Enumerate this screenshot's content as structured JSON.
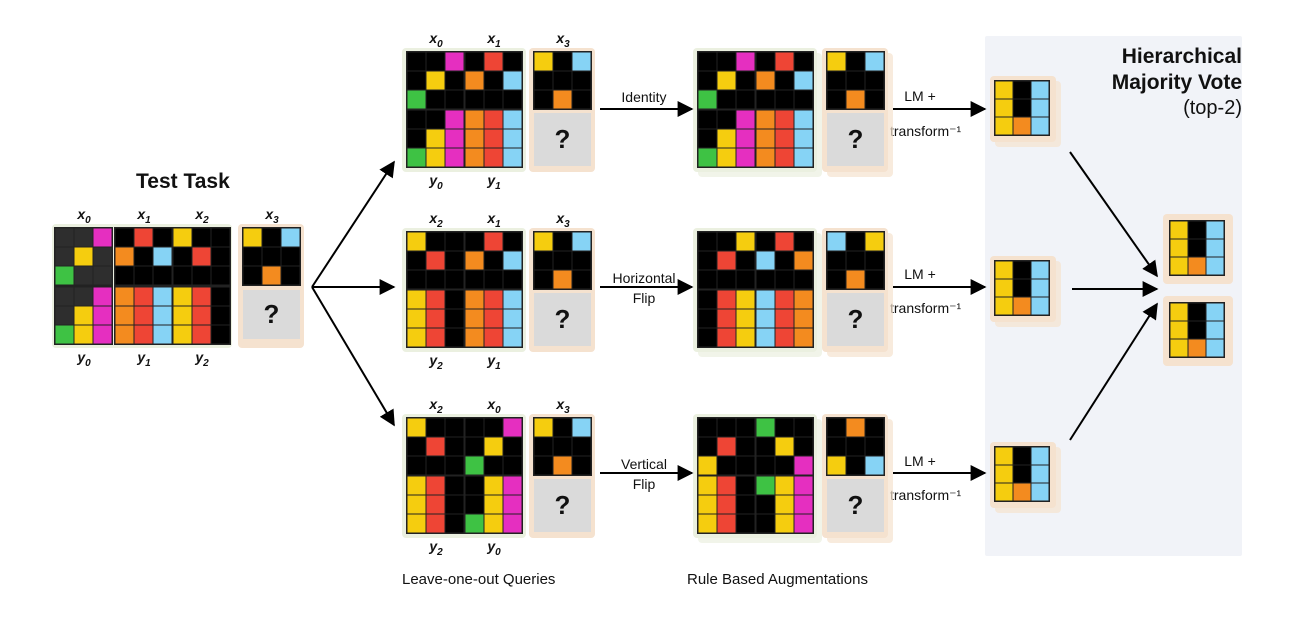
{
  "colors": {
    "K": "#000000",
    "D": "#2e2e2e",
    "Y": "#f5cd0f",
    "R": "#ee4535",
    "O": "#f38b1f",
    "B": "#86d3f5",
    "M": "#e52fc0",
    "G": "#3ec244",
    "panel_green": "#ebf0e0",
    "panel_orange": "#f5e2cf",
    "vote_bg": "#f1f3f8"
  },
  "titles": {
    "test_task": "Test Task",
    "vote_line1": "Hierarchical",
    "vote_line2": "Majority Vote",
    "vote_sub": "(top-2)"
  },
  "captions": {
    "leave_one_out": "Leave-one-out Queries",
    "augment": "Rule Based Augmentations"
  },
  "arrow_labels": {
    "identity": "Identity",
    "hflip_1": "Horizontal",
    "hflip_2": "Flip",
    "vflip_1": "Vertical",
    "vflip_2": "Flip",
    "lm_1": "LM +",
    "lm_2": "transform⁻¹"
  },
  "example_labels": {
    "x0": "x",
    "x1": "x",
    "x2": "x",
    "x3": "x",
    "y0": "y",
    "y1": "y",
    "y2": "y",
    "s0": "0",
    "s1": "1",
    "s2": "2",
    "s3": "3"
  },
  "question_mark": "?",
  "grids": {
    "tx0": [
      "DDM",
      "DYD",
      "GDD"
    ],
    "ty0": [
      "DDM",
      "DYM",
      "GYM"
    ],
    "tx1": [
      "KRK",
      "OKB",
      "KKK"
    ],
    "ty1": [
      "ORB",
      "ORB",
      "ORB"
    ],
    "tx2": [
      "YKK",
      "KRK",
      "KKK"
    ],
    "ty2": [
      "YRK",
      "YRK",
      "YRK"
    ],
    "tx3": [
      "YKB",
      "KKK",
      "KOK"
    ],
    "r1a_x": [
      "KKM",
      "KYK",
      "GKK"
    ],
    "r1a_y": [
      "KKM",
      "KYM",
      "GYM"
    ],
    "r1b_x": [
      "KRK",
      "OKB",
      "KKK"
    ],
    "r1b_y": [
      "ORB",
      "ORB",
      "ORB"
    ],
    "r2a_x": [
      "YKK",
      "KRK",
      "KKK"
    ],
    "r2a_y": [
      "YRK",
      "YRK",
      "YRK"
    ],
    "r3b_x": [
      "KKM",
      "KYK",
      "GKK"
    ],
    "r3b_y": [
      "KYM",
      "KYM",
      "GYM"
    ],
    "aug1_a_x": [
      "KKM",
      "KYK",
      "GKK"
    ],
    "aug1_a_y": [
      "KKM",
      "KYM",
      "GYM"
    ],
    "aug1_b_x": [
      "KRK",
      "OKB",
      "KKK"
    ],
    "aug1_b_y": [
      "ORB",
      "ORB",
      "ORB"
    ],
    "aug2_a_x": [
      "KKY",
      "KRK",
      "KKK"
    ],
    "aug2_a_y": [
      "KRY",
      "KRY",
      "KRY"
    ],
    "aug2_b_x": [
      "KRK",
      "BKO",
      "KKK"
    ],
    "aug2_b_y": [
      "BRO",
      "BRO",
      "BRO"
    ],
    "aug3_a_x": [
      "KKK",
      "KRK",
      "YKK"
    ],
    "aug3_a_y": [
      "YRK",
      "YRK",
      "YRK"
    ],
    "aug3_b_x": [
      "GKK",
      "KYK",
      "KKM"
    ],
    "aug3_b_y": [
      "GYM",
      "KYM",
      "KYM"
    ],
    "aug2_q": [
      "BKY",
      "KKK",
      "KOK"
    ],
    "aug3_q": [
      "KOK",
      "KKK",
      "YKB"
    ],
    "out1": [
      "YKB",
      "YKB",
      "YOB"
    ],
    "out2": [
      "YKB",
      "YKB",
      "YOB"
    ],
    "out3": [
      "YKB",
      "YKB",
      "YOB"
    ],
    "vote1": [
      "YKB",
      "YKB",
      "YOB"
    ],
    "vote2": [
      "YKB",
      "YKB",
      "YOB"
    ]
  }
}
